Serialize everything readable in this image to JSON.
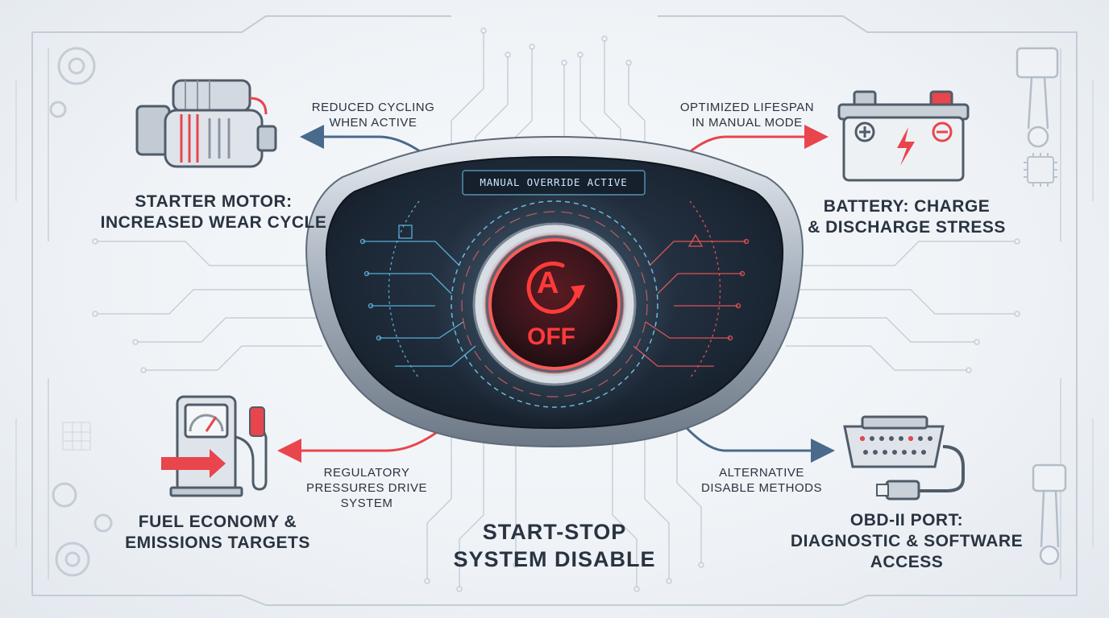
{
  "diagram": {
    "center": {
      "display_banner": "MANUAL OVERRIDE ACTIVE",
      "button_label": "OFF",
      "button_symbol": "A",
      "title_line1": "START-STOP",
      "title_line2": "SYSTEM DISABLE"
    },
    "nodes": {
      "starter_motor": {
        "label_line1": "STARTER MOTOR:",
        "label_line2": "INCREASED WEAR CYCLE",
        "arrow_caption_line1": "REDUCED CYCLING",
        "arrow_caption_line2": "WHEN ACTIVE"
      },
      "battery": {
        "label_line1": "BATTERY: CHARGE",
        "label_line2": "& DISCHARGE STRESS",
        "arrow_caption_line1": "OPTIMIZED LIFESPAN",
        "arrow_caption_line2": "IN MANUAL MODE"
      },
      "fuel": {
        "label_line1": "FUEL ECONOMY &",
        "label_line2": "EMISSIONS TARGETS",
        "arrow_caption_line1": "REGULATORY",
        "arrow_caption_line2": "PRESSURES DRIVE",
        "arrow_caption_line3": "SYSTEM"
      },
      "obd": {
        "label_line1": "OBD-II PORT:",
        "label_line2": "DIAGNOSTIC & SOFTWARE",
        "label_line3": "ACCESS",
        "arrow_caption_line1": "ALTERNATIVE",
        "arrow_caption_line2": "DISABLE METHODS"
      }
    },
    "colors": {
      "accent_red": "#e8454d",
      "accent_blue": "#4a6a8c",
      "glow_blue": "#6fd3ff",
      "panel_dark": "#1f2b3a"
    }
  }
}
